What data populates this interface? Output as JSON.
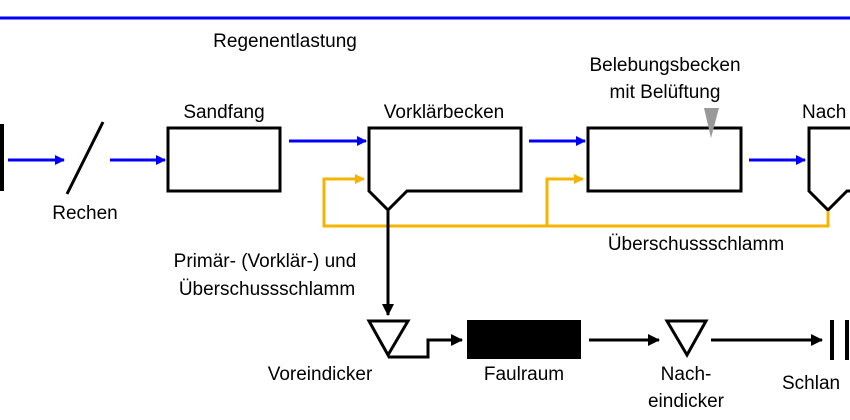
{
  "colors": {
    "water_flow": "#0000ff",
    "return_sludge": "#f5b400",
    "sludge_line": "#000000",
    "aeration_marker": "#999999",
    "header_rule": "#0000ff"
  },
  "labels": {
    "regenentlastung": "Regenentlastung",
    "rechen": "Rechen",
    "sandfang": "Sandfang",
    "vorklaerbecken": "Vorklärbecken",
    "belebungsbecken_line1": "Belebungsbecken",
    "belebungsbecken_line2": "mit Belüftung",
    "nachklaerbecken_partial": "Nach",
    "ueberschussschlamm": "Überschussschlamm",
    "primaer_line1": "Primär- (Vorklär-) und",
    "primaer_line2": "Überschussschlamm",
    "voreindicker": "Voreindicker",
    "faulraum": "Faulraum",
    "nacheindicker_line1": "Nach-",
    "nacheindicker_line2": "eindicker",
    "schlamm_partial": "Schlan"
  }
}
